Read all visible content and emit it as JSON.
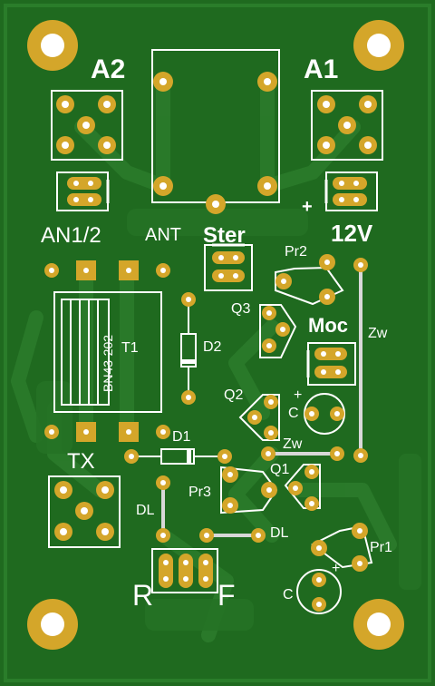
{
  "board": {
    "substrate_color": "#1f6a1f",
    "trace_color": "#2a7a2a",
    "pad_color": "#d4a62a",
    "silk_color": "#ffffff"
  },
  "labels": {
    "a2": "A2",
    "a1": "A1",
    "an12": "AN1/2",
    "ant": "ANT",
    "ster": "Ster",
    "v12": "12V",
    "plus": "+",
    "pr2": "Pr2",
    "q3": "Q3",
    "moc": "Moc",
    "zw1": "Zw",
    "t1": "T1",
    "bn43": "BN43-202",
    "d2": "D2",
    "q2": "Q2",
    "c1": "C",
    "c1plus": "+",
    "tx": "TX",
    "d1": "D1",
    "zw2": "Zw",
    "q1": "Q1",
    "pr3": "Pr3",
    "dl1": "DL",
    "dl2": "DL",
    "pr1": "Pr1",
    "c2plus": "+",
    "c2": "C",
    "r": "R",
    "f": "F"
  }
}
